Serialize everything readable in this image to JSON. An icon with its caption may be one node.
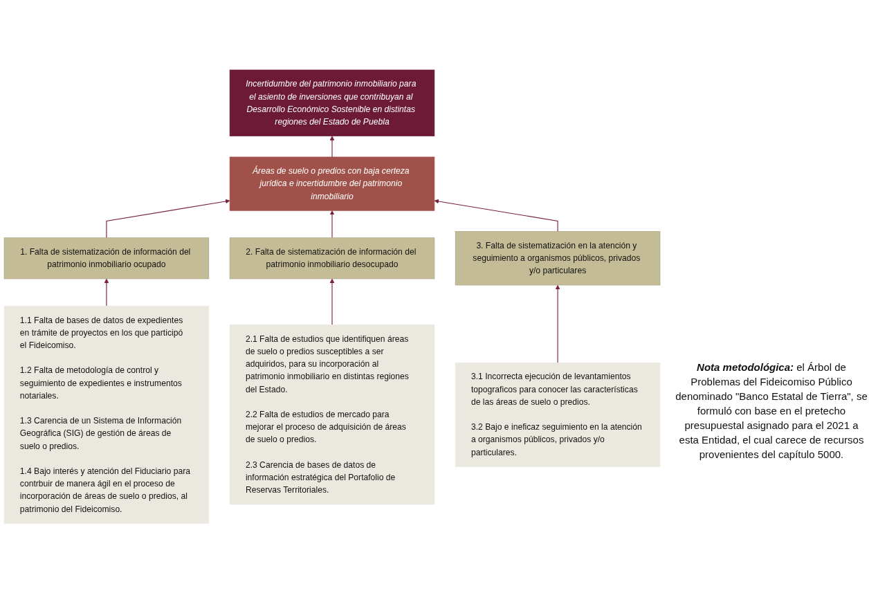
{
  "diagram": {
    "nodes": [
      {
        "text": [
          "Incertidumbre del patrimonio inmobiliario para el asiento de inversiones que contribuyan al Desarrollo Económico Sostenible en distintas regiones del Estado de Puebla"
        ]
      },
      {
        "text": [
          "Áreas de suelo o predios con baja certeza jurídica e incertidumbre del patrimonio inmobiliario"
        ]
      },
      {
        "text": [
          "1. Falta de sistematización de información del patrimonio inmobiliario ocupado"
        ]
      },
      {
        "text": [
          "2. Falta de sistematización de información del patrimonio inmobiliario desocupado"
        ]
      },
      {
        "text": [
          "3. Falta de sistematización en la atención y seguimiento a organismos públicos, privados y/o particulares"
        ]
      },
      {
        "text": [
          "1.1 Falta de bases de datos de expedientes en trámite de proyectos en los que participó el Fideicomiso.",
          "1.2 Falta de metodología de control y seguimiento de expedientes e instrumentos notariales.",
          "1.3 Carencia de un Sistema de Información Geográfica (SIG) de gestión de áreas de suelo o predios.",
          "1.4 Bajo interés y atención del Fiduciario para contrbuir de manera ágil en el proceso de incorporación de áreas de suelo o predios, al patrimonio del Fideicomiso."
        ]
      },
      {
        "text": [
          "2.1 Falta de estudios que identifiquen áreas de suelo o predios susceptibles a ser adquiridos, para su incorporación al patrimonio inmobiliario en distintas regiones del Estado.",
          "2.2 Falta de estudios de mercado para mejorar el proceso de adquisición de áreas de suelo o predios.",
          "2.3 Carencia de bases de datos de información estratégica del Portafolio de Reservas Territoriales."
        ]
      },
      {
        "text": [
          "3.1 Incorrecta ejecución de levantamientos topograficos para conocer las características de las áreas de suelo o predios.",
          "3.2 Bajo e ineficaz seguimiento en la atención a organismos públicos, privados y/o particulares."
        ]
      }
    ],
    "edges": [
      {
        "from": 1,
        "to": 0,
        "arrow": "to"
      },
      {
        "from": 2,
        "to": 1,
        "arrow": "to"
      },
      {
        "from": 3,
        "to": 1,
        "arrow": "to"
      },
      {
        "from": 4,
        "to": 1,
        "arrow": "to"
      },
      {
        "from": 5,
        "to": 2,
        "arrow": "to"
      },
      {
        "from": 6,
        "to": 3,
        "arrow": "to"
      },
      {
        "from": 7,
        "to": 4,
        "arrow": "to"
      }
    ],
    "labels": [
      "Nota metodológica:",
      "el Árbol de Problemas del Fideicomiso Público denominado \"Banco Estatal de Tierra\", se formuló con base en el pretecho presupuestal asignado para el 2021 a esta Entidad, el cual carece de recursos provenientes del capítulo 5000."
    ]
  }
}
